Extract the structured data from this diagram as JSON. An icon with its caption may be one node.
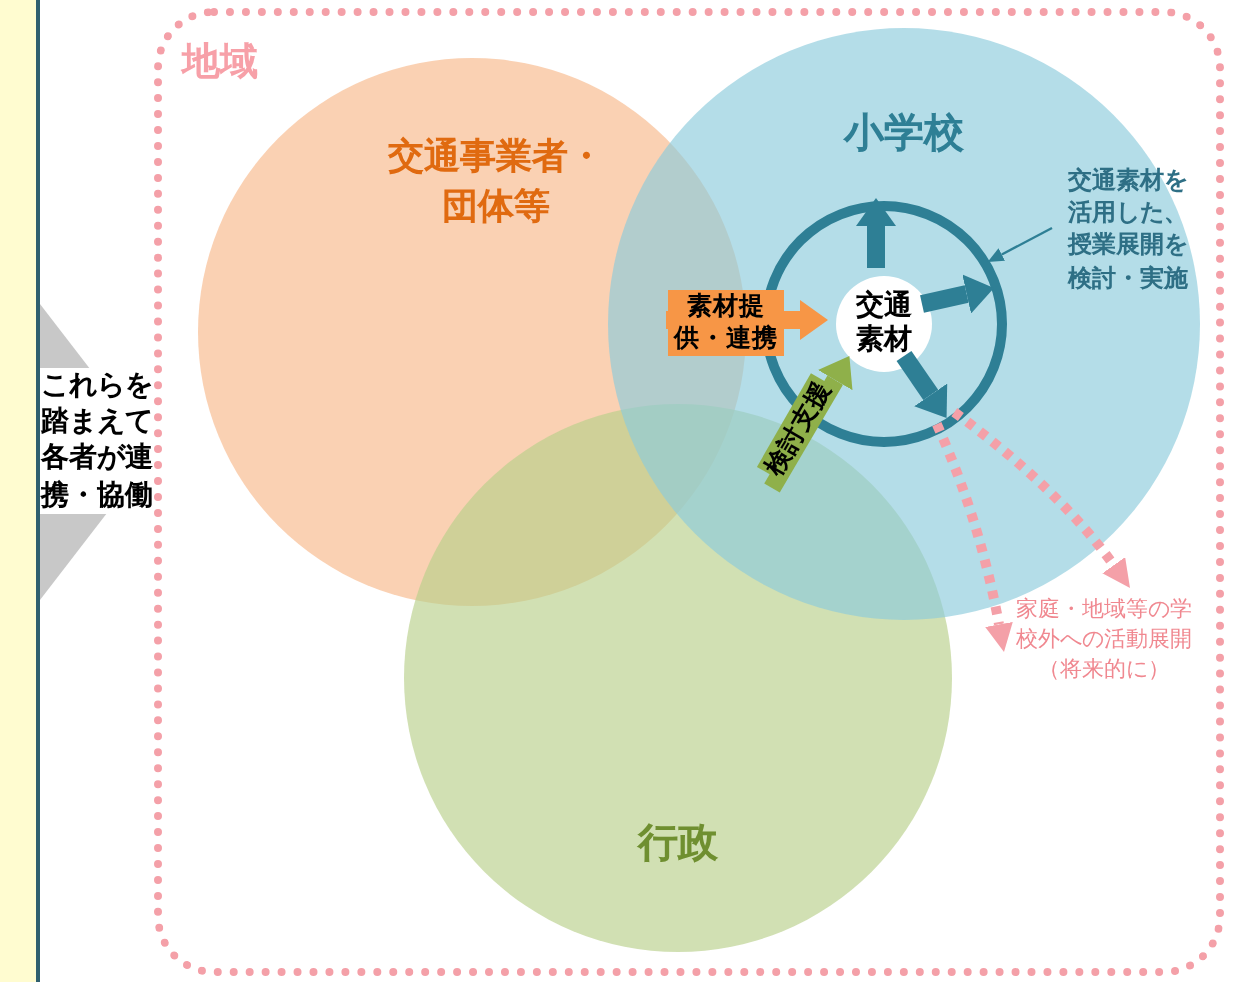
{
  "diagram": {
    "nodes": [
      {
        "text": [
          "地域"
        ]
      },
      {
        "text": [
          "交通事業者・団体等"
        ],
        "in": 0
      },
      {
        "text": [
          "小学校"
        ],
        "in": 0
      },
      {
        "text": [
          "行政"
        ],
        "in": 0
      },
      {
        "text": [],
        "shape": "circle",
        "in": 2
      },
      {
        "text": [
          "交通素材"
        ],
        "in": 4
      },
      {
        "text": [
          "交通素材を活用した、授業展開を検討・実施"
        ],
        "in": 2
      },
      {
        "text": [
          "家庭・地域等の学校外への活動展開（将来的に）"
        ],
        "in": 0
      },
      {
        "text": [],
        "shape": "box"
      }
    ],
    "edges": [
      {
        "from": 8,
        "to": 0,
        "arrow": "to",
        "label": "これらを踏まえて各者が連携・協働",
        "color": "#c8c8c8"
      },
      {
        "from": 1,
        "to": 5,
        "arrow": "to",
        "label": "素材提供・連携",
        "color": "#f79646"
      },
      {
        "from": 3,
        "to": 5,
        "arrow": "to",
        "label": "検討支援",
        "color": "#8fb04a"
      },
      {
        "from": 5,
        "to": 4,
        "arrow": "to"
      },
      {
        "from": 5,
        "to": 4,
        "arrow": "to"
      },
      {
        "from": 5,
        "to": 4,
        "arrow": "to"
      },
      {
        "from": 6,
        "to": 4,
        "arrow": "to"
      },
      {
        "from": 4,
        "to": 7,
        "arrow": "to",
        "style": "dashed",
        "color": "#f4a0a8"
      },
      {
        "from": 4,
        "to": 7,
        "arrow": "to",
        "style": "dashed",
        "color": "#f4a0a8"
      }
    ]
  }
}
